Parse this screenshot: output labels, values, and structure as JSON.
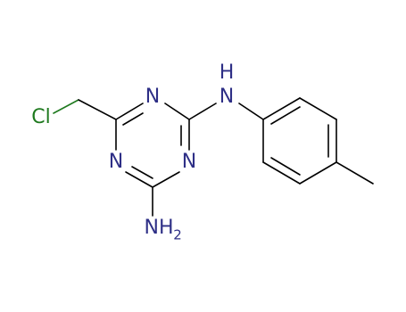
{
  "molecule": {
    "atoms": {
      "chlorine": "Cl",
      "ring_n_top": "N",
      "ring_n_left": "N",
      "ring_n_right": "N",
      "amine_n": "N",
      "amine_h": "H",
      "amino_n": "NH",
      "amino_subscript": "2"
    },
    "colors": {
      "carbon_bond": "#000000",
      "nitrogen": "#2e2f86",
      "chlorine": "#1f7a1f",
      "background": "#ffffff"
    }
  }
}
